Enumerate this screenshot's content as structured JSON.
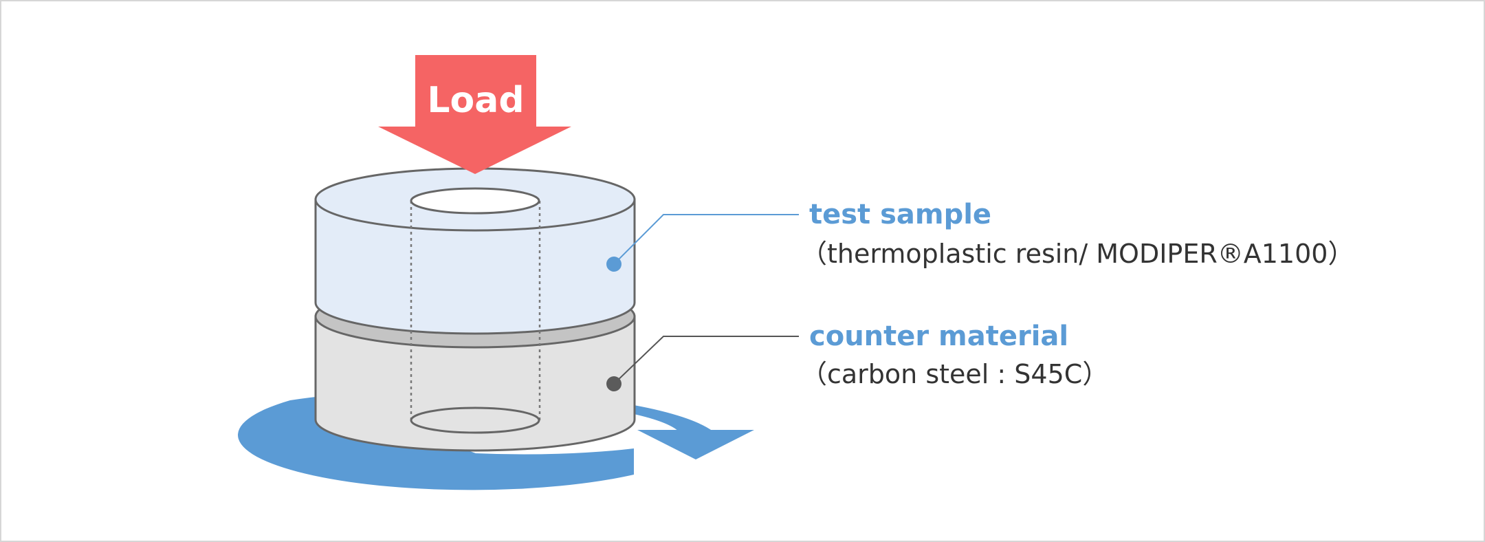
{
  "load": {
    "label": "Load"
  },
  "test_sample": {
    "title": "test sample",
    "detail": "（thermoplastic resin/ MODIPER®A1100）"
  },
  "counter_material": {
    "title": "counter material",
    "detail": "（carbon steel : S45C）"
  },
  "colors": {
    "load_arrow": "#f56464",
    "rotation_arrow": "#5b9bd5",
    "title_text": "#5b9bd5",
    "detail_text": "#333333",
    "sample_fill": "#e3ecf8",
    "counter_fill": "#e3e3e3",
    "contact_ring": "#c4c4c4",
    "outline": "#666666",
    "sample_leader": "#5b9bd5",
    "counter_leader": "#555555"
  }
}
